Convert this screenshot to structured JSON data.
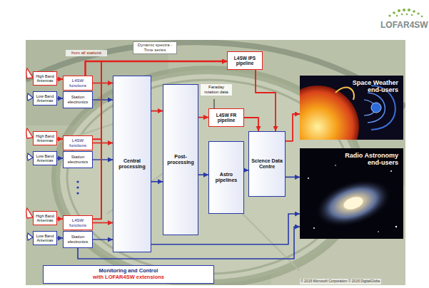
{
  "diagram": {
    "nodes": [
      {
        "text": [
          "High Band Antennas"
        ]
      },
      {
        "text": [
          "L4SW functions"
        ]
      },
      {
        "text": [
          "Low Band Antennas"
        ]
      },
      {
        "text": [
          "Station electronics"
        ]
      },
      {
        "text": [
          "High Band Antennas"
        ]
      },
      {
        "text": [
          "L4SW functions"
        ]
      },
      {
        "text": [
          "Low Band Antennas"
        ]
      },
      {
        "text": [
          "Station electronics"
        ]
      },
      {
        "text": [
          "High Band Antennas"
        ]
      },
      {
        "text": [
          "L4SW functions"
        ]
      },
      {
        "text": [
          "Low Band Antennas"
        ]
      },
      {
        "text": [
          "Station electronics"
        ]
      },
      {
        "text": [
          "Central processing"
        ]
      },
      {
        "text": [
          "Post-processing"
        ]
      },
      {
        "text": [
          "L4SW IPS pipeline"
        ]
      },
      {
        "text": [
          "L4SW FR pipeline"
        ]
      },
      {
        "text": [
          "Astro pipelines"
        ]
      },
      {
        "text": [
          "Science Data Centre"
        ]
      },
      {
        "text": [
          "Space Weather end-users"
        ]
      },
      {
        "text": [
          "Radio Astronomy end-users"
        ]
      },
      {
        "text": [
          "Monitoring and Control",
          "with LOFAR4SW extensions"
        ]
      }
    ],
    "edges": [
      {
        "from": 0,
        "to": 1,
        "arrow": "to"
      },
      {
        "from": 2,
        "to": 3,
        "arrow": "to"
      },
      {
        "from": 1,
        "to": 12,
        "arrow": "to"
      },
      {
        "from": 3,
        "to": 12,
        "arrow": "to"
      },
      {
        "from": 4,
        "to": 5,
        "arrow": "to"
      },
      {
        "from": 6,
        "to": 7,
        "arrow": "to"
      },
      {
        "from": 5,
        "to": 12,
        "arrow": "to"
      },
      {
        "from": 7,
        "to": 12,
        "arrow": "to"
      },
      {
        "from": 8,
        "to": 9,
        "arrow": "to"
      },
      {
        "from": 10,
        "to": 11,
        "arrow": "to"
      },
      {
        "from": 9,
        "to": 12,
        "arrow": "to"
      },
      {
        "from": 11,
        "to": 12,
        "arrow": "to"
      },
      {
        "from": 1,
        "to": 14,
        "arrow": "to"
      },
      {
        "from": 5,
        "to": 14,
        "arrow": "to"
      },
      {
        "from": 9,
        "to": 14,
        "arrow": "to"
      },
      {
        "from": 12,
        "to": 13,
        "arrow": "to"
      },
      {
        "from": 12,
        "to": 13,
        "arrow": "to"
      },
      {
        "from": 13,
        "to": 15,
        "arrow": "to"
      },
      {
        "from": 13,
        "to": 16,
        "arrow": "to"
      },
      {
        "from": 14,
        "to": 17,
        "arrow": "to"
      },
      {
        "from": 15,
        "to": 17,
        "arrow": "to"
      },
      {
        "from": 16,
        "to": 17,
        "arrow": "to"
      },
      {
        "from": 17,
        "to": 18,
        "arrow": "to"
      },
      {
        "from": 17,
        "to": 19,
        "arrow": "to"
      },
      {
        "from": 12,
        "to": 19,
        "arrow": "to"
      },
      {
        "from": 11,
        "to": 19,
        "arrow": "to"
      }
    ],
    "labels": [
      "from all stations",
      "Dynamic spectra - Time series",
      "Faraday rotation data",
      "LOFAR4SW",
      "© 2015 Microsoft Corporation  © 2015 DigitalGlobe"
    ]
  }
}
